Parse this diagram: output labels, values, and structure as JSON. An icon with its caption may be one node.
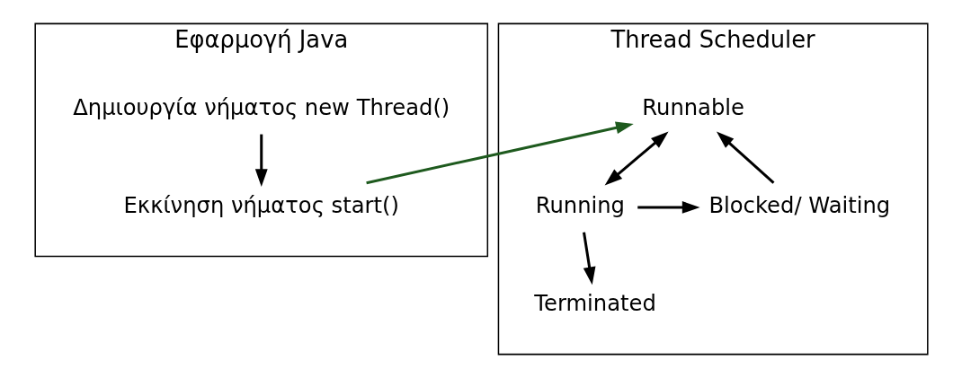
{
  "diagram": {
    "nodes": [
      {
        "text": [
          "Εφαρμογή Java"
        ]
      },
      {
        "text": [
          "Δημιουργία νήματος new Thread()"
        ],
        "in": 0
      },
      {
        "text": [
          "Εκκίνηση νήματος start()"
        ],
        "in": 0
      },
      {
        "text": [
          "Thread Scheduler"
        ]
      },
      {
        "text": [
          "Runnable"
        ],
        "in": 3
      },
      {
        "text": [
          "Running"
        ],
        "in": 3
      },
      {
        "text": [
          "Blocked/ Waiting"
        ],
        "in": 3
      },
      {
        "text": [
          "Terminated"
        ],
        "in": 3
      }
    ],
    "edges": [
      {
        "from": 1,
        "to": 2,
        "arrow": "to"
      },
      {
        "from": 2,
        "to": 4,
        "arrow": "to",
        "color": "#1e5a1e"
      },
      {
        "from": 4,
        "to": 5,
        "arrow": "both"
      },
      {
        "from": 5,
        "to": 6,
        "arrow": "to"
      },
      {
        "from": 6,
        "to": 4,
        "arrow": "to"
      },
      {
        "from": 5,
        "to": 7,
        "arrow": "to"
      }
    ]
  }
}
